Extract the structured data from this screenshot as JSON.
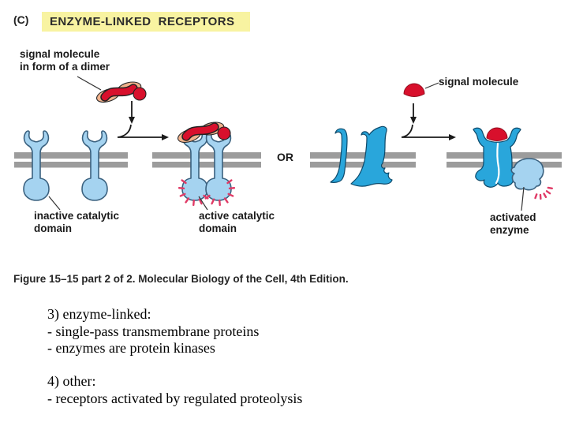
{
  "slide": {
    "panel_label": "(C)",
    "title": "ENZYME-LINKED  RECEPTORS",
    "caption": "Figure 15–15 part 2 of 2. Molecular Biology of the Cell, 4th Edition.",
    "notes": {
      "group1": "3) enzyme-linked:\n- single-pass transmembrane proteins\n- enzymes are protein kinases",
      "group2": "4) other:\n- receptors activated by regulated proteolysis"
    }
  },
  "diagram": {
    "labels": {
      "signal_dimer": "signal molecule\nin form of a dimer",
      "inactive_domain": "inactive catalytic\ndomain",
      "active_domain": "active catalytic\ndomain",
      "or": "OR",
      "signal_molecule": "signal molecule",
      "activated_enzyme": "activated\nenzyme"
    },
    "icons": [
      "down-arrow-icon",
      "right-arrow-icon",
      "activity-burst-icon"
    ],
    "colors": {
      "highlight_yellow": "#F8F3A1",
      "membrane_gray": "#9C9C9C",
      "receptor_light_blue": "#A5D3F0",
      "receptor_outline": "#3A617F",
      "receptor_dark_cyan": "#29A6DB",
      "signal_red": "#D8102C",
      "dimer_tan": "#F1B28C",
      "activity_pink": "#E03A66"
    }
  }
}
